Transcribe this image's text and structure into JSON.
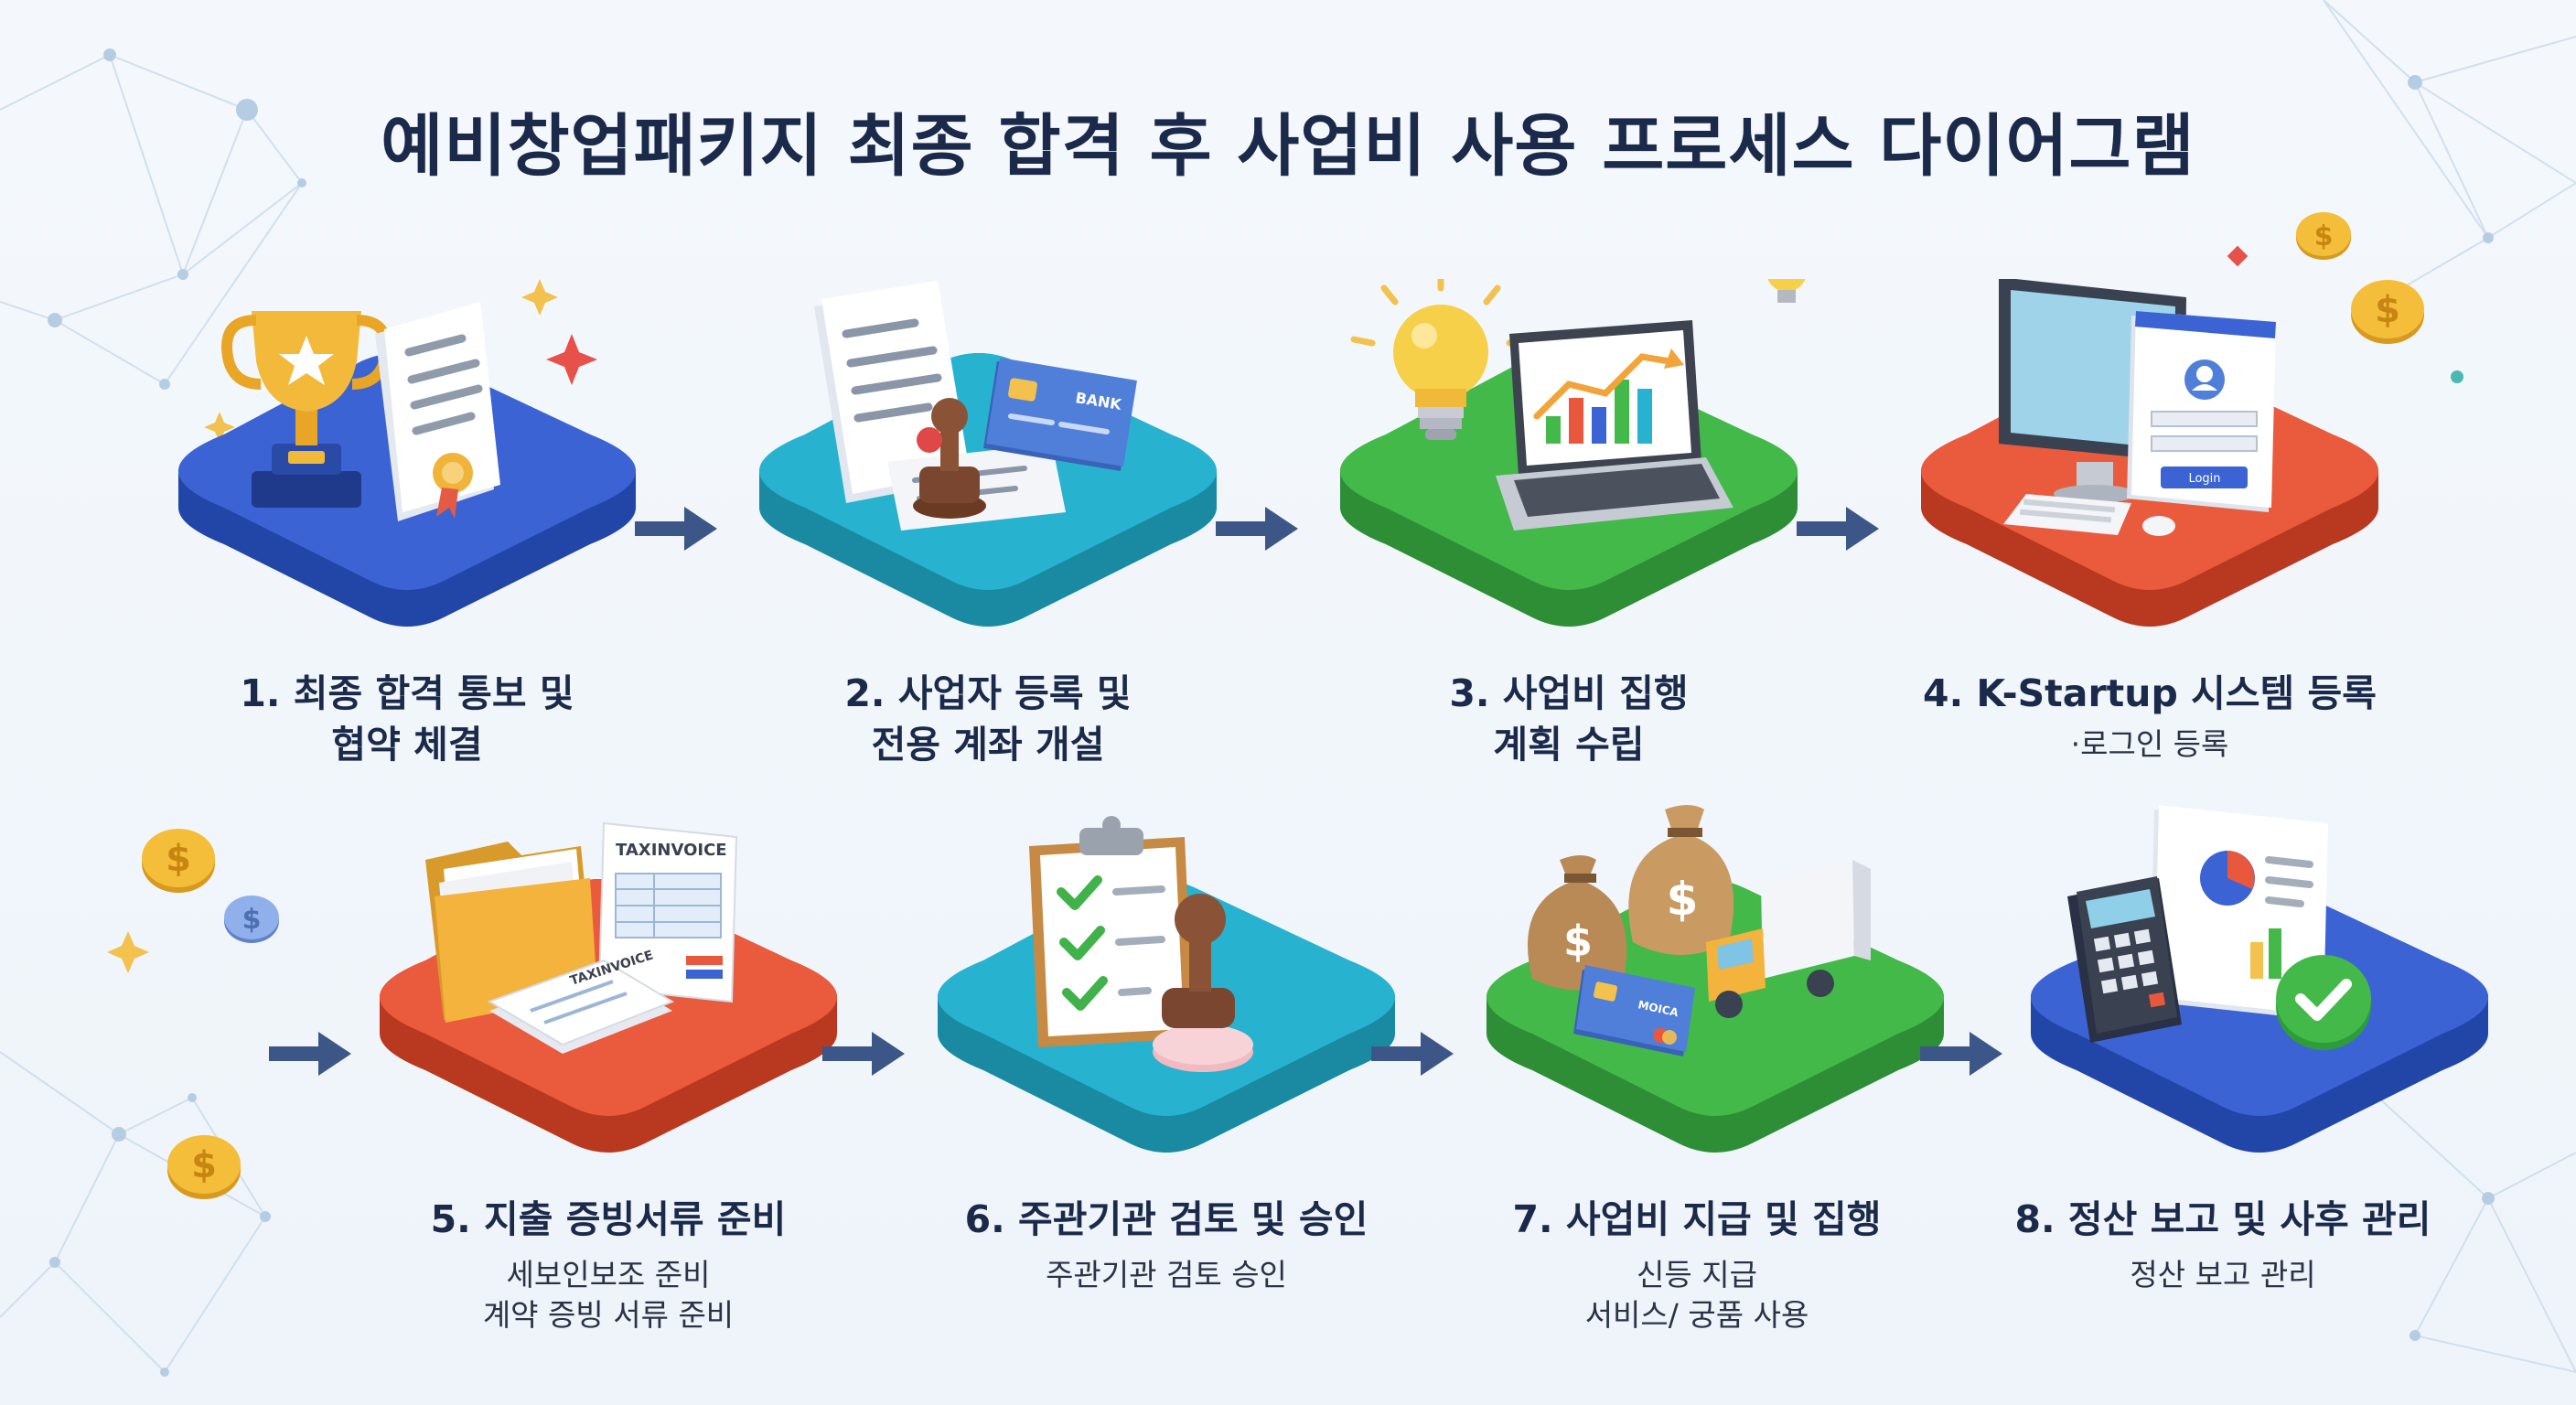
{
  "title": "예비창업패키지 최종 합격 후 사업비 사용 프로세스 다이어그램",
  "steps": [
    {
      "label_line1": "1. 최종 합격 통보 및",
      "label_line2": "협약 체결",
      "sub": [],
      "platform_color": "#3b63d4",
      "icons": [
        "trophy-icon",
        "certificate-icon"
      ]
    },
    {
      "label_line1": "2. 사업자 등록 및",
      "label_line2": "전용 계좌 개설",
      "sub": [],
      "platform_color": "#27b3cf",
      "icons": [
        "document-icon",
        "stamp-icon",
        "bank-card-icon"
      ],
      "card_text": "BANK"
    },
    {
      "label_line1": "3. 사업비 집행",
      "label_line2": "계획 수립",
      "sub": [],
      "platform_color": "#43b94a",
      "icons": [
        "lightbulb-icon",
        "laptop-chart-icon"
      ]
    },
    {
      "label_line1": "4. K-Startup 시스템 등록",
      "label_line2": "",
      "sub": [
        "·로그인 등록"
      ],
      "platform_color": "#ea5a3d",
      "icons": [
        "computer-icon",
        "login-window-icon"
      ],
      "login_button": "Login"
    },
    {
      "label_line1": "5. 지출 증빙서류 준비",
      "label_line2": "",
      "sub": [
        "세보인보조 준비",
        "계약 증빙 서류 준비"
      ],
      "platform_color": "#ea5a3d",
      "icons": [
        "folder-icon",
        "invoice-icon"
      ],
      "invoice_text_1": "TAXINVOICE",
      "invoice_text_2": "TAXINVOICE"
    },
    {
      "label_line1": "6. 주관기관 검토 및 승인",
      "label_line2": "",
      "sub": [
        "주관기관 검토 승인"
      ],
      "platform_color": "#27b3cf",
      "icons": [
        "checklist-clipboard-icon",
        "stamp-icon"
      ]
    },
    {
      "label_line1": "7. 사업비 지급 및 집행",
      "label_line2": "",
      "sub": [
        "신등 지급",
        "서비스/ 궁품 사용"
      ],
      "platform_color": "#43b94a",
      "icons": [
        "money-bag-icon",
        "truck-icon",
        "credit-card-icon"
      ],
      "card_text": "MOICA"
    },
    {
      "label_line1": "8. 정산 보고 및 사후 관리",
      "label_line2": "",
      "sub": [
        "정산 보고 관리"
      ],
      "platform_color": "#3b63d4",
      "icons": [
        "calculator-icon",
        "report-icon",
        "check-badge-icon"
      ]
    }
  ],
  "decor": {
    "coin_symbol": "$"
  }
}
